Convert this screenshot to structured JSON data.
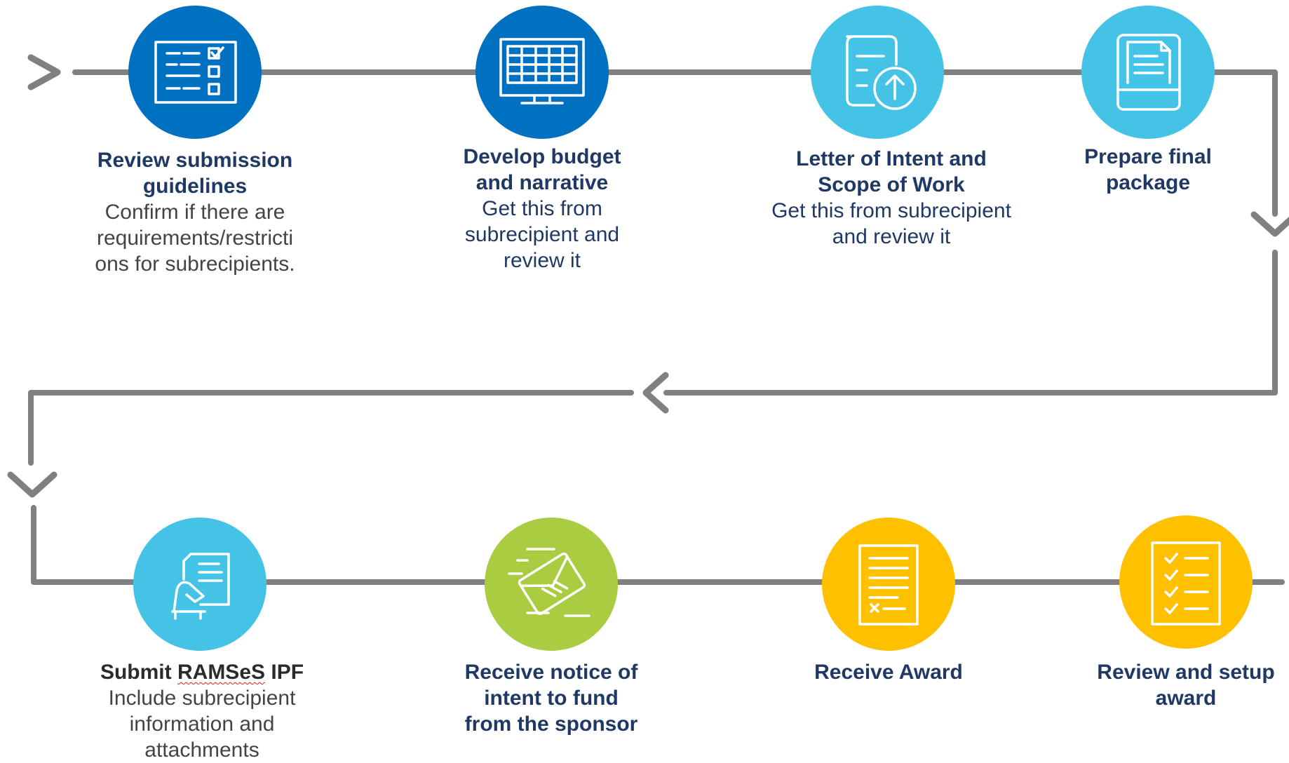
{
  "colors": {
    "dark_blue": "#0070c0",
    "light_blue": "#45c3e6",
    "green": "#a9cc40",
    "yellow": "#ffc000",
    "connector": "#808080",
    "title_text": "#1f3864",
    "desc_text": "#444444"
  },
  "steps": [
    {
      "icon": "checklist-form-icon",
      "color": "dark_blue",
      "title": "Review submission guidelines",
      "title_lines": [
        "Review submission",
        "guidelines"
      ],
      "desc_lines": [
        "Confirm if there are",
        "requirements/restricti",
        "ons for subrecipients."
      ]
    },
    {
      "icon": "monitor-spreadsheet-icon",
      "color": "dark_blue",
      "title": "Develop budget and narrative",
      "title_lines": [
        "Develop budget",
        "and narrative"
      ],
      "desc_lines": [
        "Get this from",
        "subrecipient and",
        "review it"
      ]
    },
    {
      "icon": "document-upload-icon",
      "color": "light_blue",
      "title": "Letter of Intent and Scope of Work",
      "title_lines": [
        "Letter of Intent and",
        "Scope of Work"
      ],
      "desc_lines": [
        "Get this from subrecipient",
        "and review it"
      ]
    },
    {
      "icon": "document-package-icon",
      "color": "light_blue",
      "title": "Prepare final package",
      "title_lines": [
        "Prepare final",
        "package"
      ],
      "desc_lines": []
    },
    {
      "icon": "hand-document-icon",
      "color": "light_blue",
      "title": "Submit RAMSeS IPF",
      "title_lines": [
        "Submit",
        "RAMSeS",
        "IPF"
      ],
      "desc_lines": [
        "Include subrecipient",
        "information and",
        "attachments"
      ]
    },
    {
      "icon": "envelope-notice-icon",
      "color": "green",
      "title": "Receive notice of intent to fund from the sponsor",
      "title_lines": [
        "Receive notice of",
        "intent to fund",
        "from the sponsor"
      ],
      "desc_lines": []
    },
    {
      "icon": "award-certificate-icon",
      "color": "yellow",
      "title": "Receive Award",
      "title_lines": [
        "Receive Award"
      ],
      "desc_lines": []
    },
    {
      "icon": "checklist-icon",
      "color": "yellow",
      "title": "Review and setup award",
      "title_lines": [
        "Review and setup",
        "award"
      ],
      "desc_lines": []
    }
  ]
}
